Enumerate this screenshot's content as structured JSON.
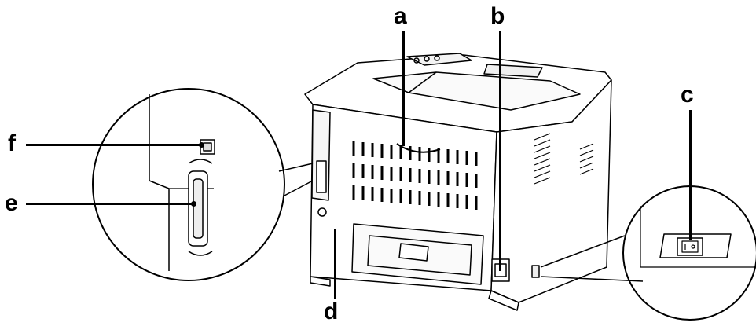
{
  "callouts": {
    "a": "a",
    "b": "b",
    "c": "c",
    "d": "d",
    "e": "e",
    "f": "f"
  },
  "colors": {
    "line": "#000000",
    "fill": "#ffffff",
    "shade": "#e6e6e6"
  }
}
